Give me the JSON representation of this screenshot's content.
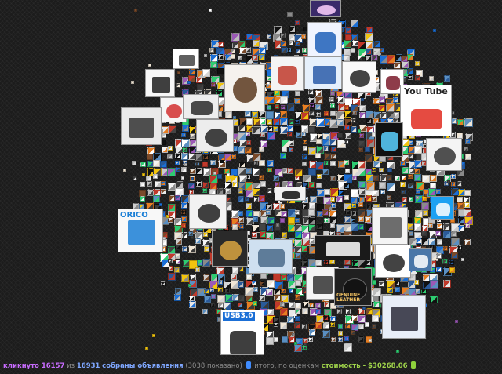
{
  "mosaic": {
    "big_tiles": [
      {
        "name": "tile-headphones-promo",
        "label": "",
        "bg": "#3a2a6a",
        "fg": "#ffd1ff"
      },
      {
        "name": "tile-backpack",
        "label": "",
        "bg": "#f0f4ff",
        "fg": "#1f5fb8"
      },
      {
        "name": "tile-gaming-mouse",
        "label": "",
        "bg": "#f7f7f7",
        "fg": "#1e1e1e"
      },
      {
        "name": "tile-wristwatch-brown",
        "label": "",
        "bg": "#f5f2ee",
        "fg": "#5a3a1e"
      },
      {
        "name": "tile-sport-watch",
        "label": "",
        "bg": "#f4f4f4",
        "fg": "#c0392b"
      },
      {
        "name": "tile-powerbank-white",
        "label": "",
        "bg": "#e6f0fb",
        "fg": "#2a5ca8"
      },
      {
        "name": "tile-hdmi-cable",
        "label": "",
        "bg": "#fafafa",
        "fg": "#222222"
      },
      {
        "name": "tile-handbag",
        "label": "",
        "bg": "#ffffff",
        "fg": "#7a1a2a"
      },
      {
        "name": "tile-youtube",
        "label": "You Tube",
        "bg": "#ffffff",
        "fg": "#ffffff"
      },
      {
        "name": "tile-red-adapter",
        "label": "",
        "bg": "#f6f6f6",
        "fg": "#d23030"
      },
      {
        "name": "tile-wireless-mouse",
        "label": "",
        "bg": "#eeeeee",
        "fg": "#2a2a2a"
      },
      {
        "name": "tile-card-reader",
        "label": "",
        "bg": "#eaeaea",
        "fg": "#333333"
      },
      {
        "name": "tile-usb-hub-black",
        "label": "",
        "bg": "#ededed",
        "fg": "#222222"
      },
      {
        "name": "tile-smartwatch",
        "label": "",
        "bg": "#111111",
        "fg": "#5ad1ff"
      },
      {
        "name": "tile-orico-hub",
        "label": "ORICO",
        "bg": "#f8f8f8",
        "fg": "#1b7fd6"
      },
      {
        "name": "tile-powerbank-black",
        "label": "",
        "bg": "#f2f2f2",
        "fg": "#202020"
      },
      {
        "name": "tile-twitter",
        "label": "",
        "bg": "#1da1f2",
        "fg": "#ffffff"
      },
      {
        "name": "tile-steel-watch",
        "label": "",
        "bg": "#f4f4f4",
        "fg": "#555555"
      },
      {
        "name": "tile-gold-device",
        "label": "",
        "bg": "#2a2a2a",
        "fg": "#d9a441"
      },
      {
        "name": "tile-building",
        "label": "",
        "bg": "#cfe0f0",
        "fg": "#4a6a8a"
      },
      {
        "name": "tile-banner-russian",
        "label": "",
        "bg": "#1a1a1a",
        "fg": "#ffffff"
      },
      {
        "name": "tile-otg-adapter",
        "label": "",
        "bg": "#ffffff",
        "fg": "#222222"
      },
      {
        "name": "tile-vk",
        "label": "",
        "bg": "#4a76a8",
        "fg": "#ffffff"
      },
      {
        "name": "tile-type-c-cable",
        "label": "",
        "bg": "#f4f4f4",
        "fg": "#333333"
      },
      {
        "name": "tile-leather-case",
        "label": "GENUINE LEATHER",
        "bg": "#202020",
        "fg": "#f0c060"
      },
      {
        "name": "tile-usb3-hub",
        "label": "USB3.0",
        "bg": "#ffffff",
        "fg": "#1b6fd6"
      },
      {
        "name": "tile-silent-mouse",
        "label": "",
        "bg": "#e8eef8",
        "fg": "#2a2a3a"
      },
      {
        "name": "tile-power-strip",
        "label": "",
        "bg": "#f4f4f4",
        "fg": "#333333"
      },
      {
        "name": "tile-sunglasses",
        "label": "",
        "bg": "#f2f2f2",
        "fg": "#111111"
      },
      {
        "name": "tile-gadget-small",
        "label": "",
        "bg": "#ffffff",
        "fg": "#444444"
      }
    ]
  },
  "status_bar": {
    "clicked_label": "кликнуто 16157",
    "of_label": "из",
    "total_label": "16931",
    "collected_label": "собраны объявления",
    "shown_label": "(3038 показано)",
    "totals_link": "итого, по оценкам",
    "cost_label": "стоимость - $30268.06",
    "info_icon_color": "#3f8cff",
    "cost_icon_color": "#8fd13c"
  }
}
